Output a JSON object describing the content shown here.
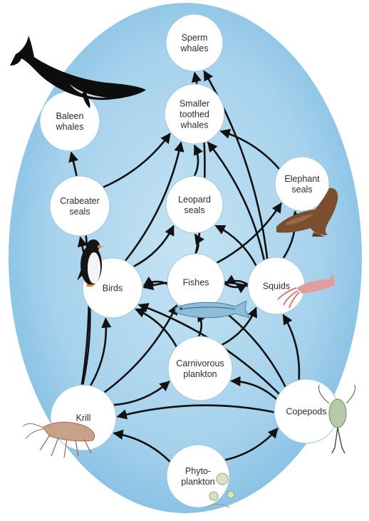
{
  "diagram": {
    "colors": {
      "background_oval": "#b8dbef",
      "background_edge": "#8cc4e6",
      "node_fill": "#ffffff",
      "arrow": "#111111",
      "text": "#2b2b2b"
    },
    "nodes": [
      {
        "id": "sperm_whales",
        "lines": [
          "Sperm",
          "whales"
        ]
      },
      {
        "id": "baleen_whales",
        "lines": [
          "Baleen",
          "whales"
        ]
      },
      {
        "id": "smaller_toothed_whales",
        "lines": [
          "Smaller",
          "toothed",
          "whales"
        ]
      },
      {
        "id": "crabeater_seals",
        "lines": [
          "Crabeater",
          "seals"
        ]
      },
      {
        "id": "leopard_seals",
        "lines": [
          "Leopard",
          "seals"
        ]
      },
      {
        "id": "elephant_seals",
        "lines": [
          "Elephant",
          "seals"
        ]
      },
      {
        "id": "birds",
        "lines": [
          "Birds"
        ]
      },
      {
        "id": "fishes",
        "lines": [
          "Fishes"
        ]
      },
      {
        "id": "squids",
        "lines": [
          "Squids"
        ]
      },
      {
        "id": "carnivorous_plankton",
        "lines": [
          "Carnivorous",
          "plankton"
        ]
      },
      {
        "id": "krill",
        "lines": [
          "Krill"
        ]
      },
      {
        "id": "copepods",
        "lines": [
          "Copepods"
        ]
      },
      {
        "id": "phytoplankton",
        "lines": [
          "Phyto-",
          "plankton"
        ]
      }
    ],
    "edges": [
      {
        "from": "phytoplankton",
        "to": "krill"
      },
      {
        "from": "phytoplankton",
        "to": "copepods"
      },
      {
        "from": "copepods",
        "to": "krill"
      },
      {
        "from": "copepods",
        "to": "carnivorous_plankton"
      },
      {
        "from": "copepods",
        "to": "squids"
      },
      {
        "from": "copepods",
        "to": "fishes"
      },
      {
        "from": "copepods",
        "to": "birds"
      },
      {
        "from": "krill",
        "to": "carnivorous_plankton"
      },
      {
        "from": "krill",
        "to": "baleen_whales"
      },
      {
        "from": "krill",
        "to": "crabeater_seals"
      },
      {
        "from": "krill",
        "to": "birds"
      },
      {
        "from": "krill",
        "to": "fishes"
      },
      {
        "from": "carnivorous_plankton",
        "to": "fishes"
      },
      {
        "from": "carnivorous_plankton",
        "to": "squids"
      },
      {
        "from": "carnivorous_plankton",
        "to": "birds"
      },
      {
        "from": "fishes",
        "to": "birds"
      },
      {
        "from": "fishes",
        "to": "leopard_seals"
      },
      {
        "from": "fishes",
        "to": "squids"
      },
      {
        "from": "fishes",
        "to": "elephant_seals"
      },
      {
        "from": "fishes",
        "to": "sperm_whales"
      },
      {
        "from": "squids",
        "to": "fishes"
      },
      {
        "from": "squids",
        "to": "birds"
      },
      {
        "from": "squids",
        "to": "elephant_seals"
      },
      {
        "from": "squids",
        "to": "leopard_seals"
      },
      {
        "from": "squids",
        "to": "sperm_whales"
      },
      {
        "from": "squids",
        "to": "smaller_toothed_whales"
      },
      {
        "from": "birds",
        "to": "leopard_seals"
      },
      {
        "from": "birds",
        "to": "smaller_toothed_whales"
      },
      {
        "from": "crabeater_seals",
        "to": "smaller_toothed_whales"
      },
      {
        "from": "leopard_seals",
        "to": "smaller_toothed_whales"
      },
      {
        "from": "elephant_seals",
        "to": "smaller_toothed_whales"
      }
    ],
    "illustrations": [
      {
        "id": "whale",
        "icon": "whale-icon"
      },
      {
        "id": "penguin",
        "icon": "penguin-icon"
      },
      {
        "id": "elephant_seal",
        "icon": "elephant-seal-icon"
      },
      {
        "id": "fish",
        "icon": "fish-icon"
      },
      {
        "id": "squid",
        "icon": "squid-icon"
      },
      {
        "id": "krill",
        "icon": "krill-icon"
      },
      {
        "id": "copepod",
        "icon": "copepod-icon"
      },
      {
        "id": "phytoplankton",
        "icon": "phytoplankton-icon"
      }
    ]
  }
}
